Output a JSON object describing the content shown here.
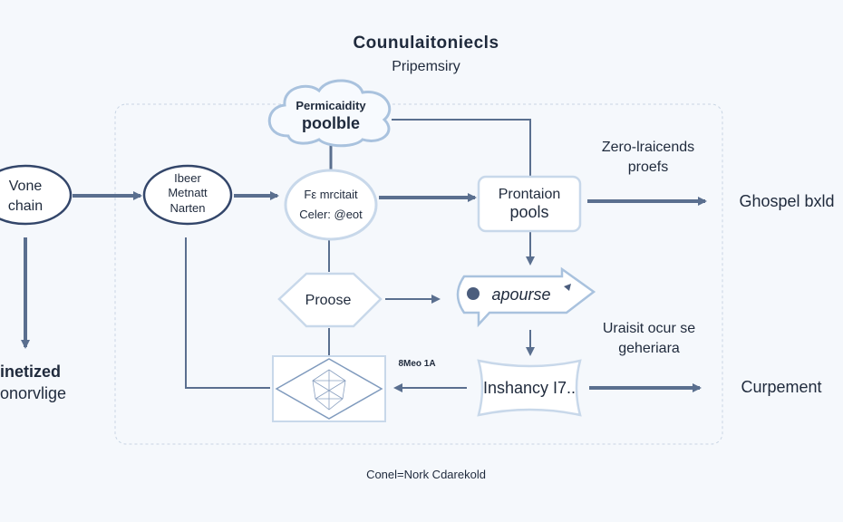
{
  "title": "Counulaitoniecls",
  "subtitle": "Pripemsiry",
  "footer": "Conel=Nork Cdarekold",
  "colors": {
    "line": "#5a6f8f",
    "node_stroke": "#a9c2de",
    "ellipse_stroke": "#33466a",
    "background": "#f5f8fc"
  },
  "nodes": {
    "cloud": [
      "Permicaidity",
      "poolble"
    ],
    "vone_chain": [
      "Vone",
      "chain"
    ],
    "ibeer": [
      "Ibeer",
      "Metnatt",
      "Narten"
    ],
    "center": [
      "Fε mrcitait",
      "Celer: @eot"
    ],
    "prontaion": [
      "Prontaion",
      "pools"
    ],
    "proose": "Proose",
    "apourse": "apourse",
    "inshancy": "Inshancy I7..",
    "network_label": "8Meo 1A"
  },
  "labels": {
    "zero": [
      "Zero-lraicends",
      "proefs"
    ],
    "ghospel": "Ghospel bxld",
    "uraisit": [
      "Uraisit ocur se",
      "geheriara"
    ],
    "curpement": "Curpement",
    "inetized": [
      "inetized",
      "onorvlige"
    ]
  }
}
